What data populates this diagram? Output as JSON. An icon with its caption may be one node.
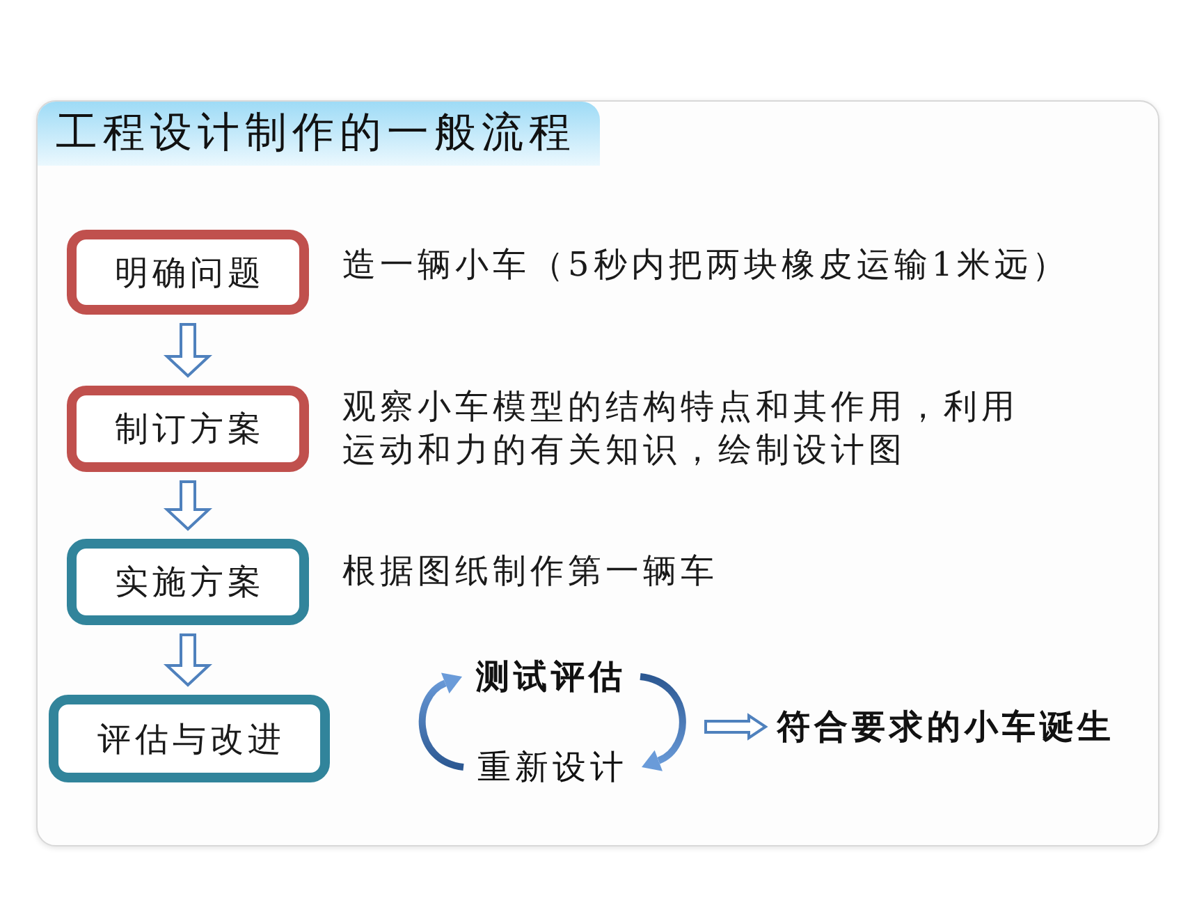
{
  "diagram": {
    "title": "工程设计制作的一般流程",
    "nodes": [
      {
        "text": [
          "明确问题"
        ],
        "beside": [
          "造一辆小车（5秒内把两块橡皮运输1米远）"
        ]
      },
      {
        "text": [
          "制订方案"
        ],
        "beside": [
          "观察小车模型的结构特点和其作用，利用运动和力的有关知识，绘制设计图"
        ]
      },
      {
        "text": [
          "实施方案"
        ],
        "beside": [
          "根据图纸制作第一辆车"
        ]
      },
      {
        "text": [
          "评估与改进"
        ]
      },
      {
        "text": [
          "测试评估"
        ]
      },
      {
        "text": [
          "重新设计"
        ]
      },
      {
        "text": [
          "符合要求的小车诞生"
        ]
      }
    ],
    "edges": [
      {
        "from": 0,
        "to": 1,
        "arrow": "to"
      },
      {
        "from": 1,
        "to": 2,
        "arrow": "to"
      },
      {
        "from": 2,
        "to": 3,
        "arrow": "to"
      },
      {
        "from": 4,
        "to": 5,
        "arrow": "to"
      },
      {
        "from": 5,
        "to": 4,
        "arrow": "to"
      },
      {
        "from": null,
        "to": 6,
        "arrow": "to"
      }
    ]
  }
}
